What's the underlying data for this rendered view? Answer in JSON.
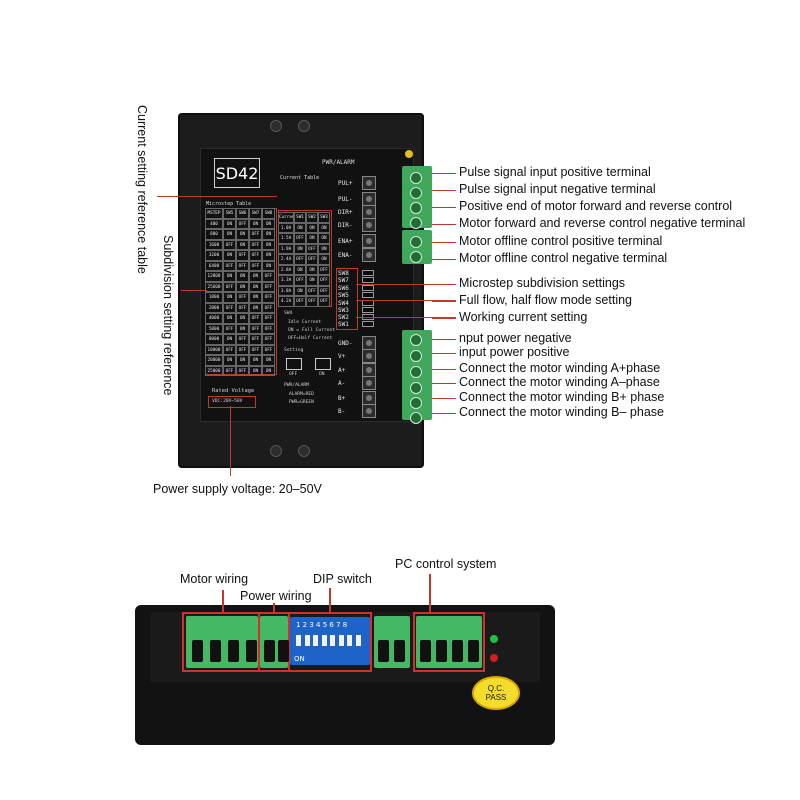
{
  "top_view": {
    "model": "SD42",
    "pwr_alarm": "PWR/ALARM",
    "signals": [
      "PUL+",
      "PUL-",
      "DIR+",
      "DIR-",
      "ENA+",
      "ENA-"
    ],
    "dip_labels": [
      "SW8",
      "SW7",
      "SW6",
      "SW5",
      "SW4",
      "SW3",
      "SW2",
      "SW1"
    ],
    "power_labels": [
      "GND-",
      "V+",
      "A+",
      "A-",
      "B+",
      "B-"
    ],
    "microstep_table": {
      "title": "Microstep Table",
      "headers": [
        "MSTEP",
        "SW5",
        "SW6",
        "SW7",
        "SW8"
      ],
      "rows": [
        [
          "400",
          "ON",
          "OFF",
          "ON",
          "ON"
        ],
        [
          "800",
          "ON",
          "ON",
          "OFF",
          "ON"
        ],
        [
          "1600",
          "OFF",
          "ON",
          "OFF",
          "ON"
        ],
        [
          "3200",
          "ON",
          "OFF",
          "OFF",
          "ON"
        ],
        [
          "6400",
          "OFF",
          "OFF",
          "OFF",
          "ON"
        ],
        [
          "12800",
          "ON",
          "ON",
          "ON",
          "OFF"
        ],
        [
          "25600",
          "OFF",
          "ON",
          "ON",
          "OFF"
        ],
        [
          "1000",
          "ON",
          "OFF",
          "ON",
          "OFF"
        ],
        [
          "2000",
          "OFF",
          "OFF",
          "ON",
          "OFF"
        ],
        [
          "4000",
          "ON",
          "ON",
          "OFF",
          "OFF"
        ],
        [
          "5000",
          "OFF",
          "ON",
          "OFF",
          "OFF"
        ],
        [
          "8000",
          "ON",
          "OFF",
          "OFF",
          "OFF"
        ],
        [
          "10000",
          "OFF",
          "OFF",
          "OFF",
          "OFF"
        ],
        [
          "20000",
          "ON",
          "ON",
          "ON",
          "ON"
        ],
        [
          "25000",
          "OFF",
          "OFF",
          "ON",
          "ON"
        ]
      ]
    },
    "current_table": {
      "title": "Current Table",
      "headers": [
        "Current",
        "SW1",
        "SW2",
        "SW3"
      ],
      "rows": [
        [
          "1.0A",
          "ON",
          "ON",
          "ON"
        ],
        [
          "1.5A",
          "OFF",
          "ON",
          "ON"
        ],
        [
          "1.9A",
          "ON",
          "OFF",
          "ON"
        ],
        [
          "2.4A",
          "OFF",
          "OFF",
          "ON"
        ],
        [
          "2.8A",
          "ON",
          "ON",
          "OFF"
        ],
        [
          "3.3A",
          "OFF",
          "ON",
          "OFF"
        ],
        [
          "3.8A",
          "ON",
          "OFF",
          "OFF"
        ],
        [
          "4.2A",
          "OFF",
          "OFF",
          "OFF"
        ]
      ]
    },
    "sw4_notes": [
      "SW4",
      "Idle Current",
      "ON = Full Current",
      "OFF=Half Current"
    ],
    "setting": "Setting",
    "setting_off": "OFF",
    "setting_on": "ON",
    "pwr_notes": [
      "PWR/ALARM",
      "ALARM=RED",
      "PWR=GREEN"
    ],
    "rated_title": "Rated Voltage",
    "rated_value": "VDC:20V~50V",
    "callouts": [
      "Pulse signal input positive terminal",
      "Pulse signal input negative terminal",
      "Positive end of motor forward and reverse control",
      "Motor forward and reverse control negative terminal",
      "Motor offline control positive terminal",
      "Motor offline control negative terminal",
      "Microstep subdivision settings",
      "Full flow, half flow mode setting",
      "Working current setting",
      "nput power negative",
      "input power positive",
      "Connect the motor winding A+phase",
      "Connect the motor winding A–phase",
      "Connect the motor winding B+ phase",
      "Connect the motor winding B– phase"
    ],
    "vertical_current": "Current setting reference table",
    "vertical_subdivision": "Subdivision setting reference",
    "power_supply": "Power supply voltage: 20–50V"
  },
  "side_view": {
    "motor_wiring": "Motor wiring",
    "power_wiring": "Power wiring",
    "dip_switch": "DIP switch",
    "pc_control": "PC control system",
    "dip_on": "ON",
    "dip_numbers": "1 2 3 4 5 6 7 8",
    "qc_top": "Q.C.",
    "qc_bottom": "PASS"
  },
  "colors": {
    "accent_red": "#c0392b",
    "terminal_green": "#3fa85a",
    "dip_blue": "#1d63c8",
    "qc_yellow": "#f3dc2a"
  }
}
